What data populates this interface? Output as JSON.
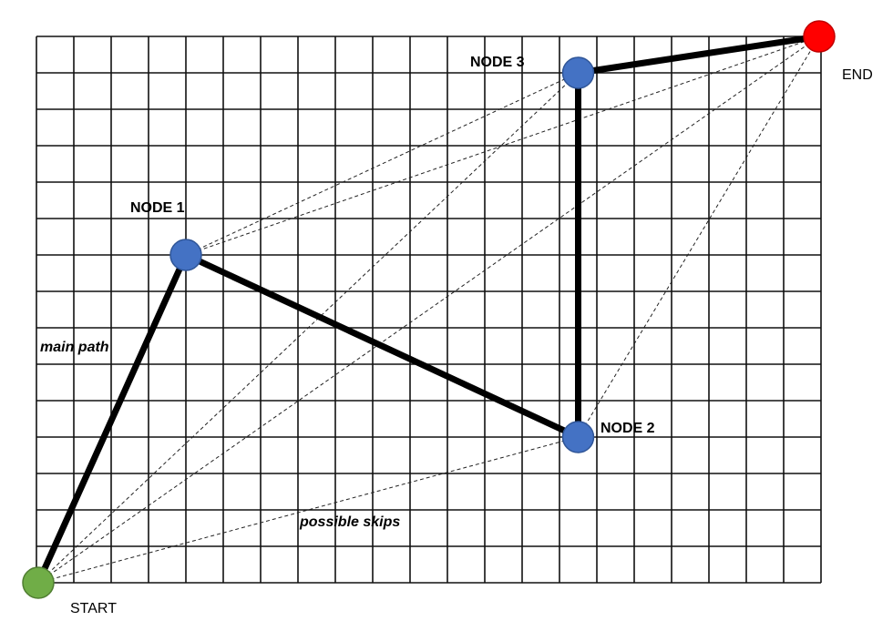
{
  "grid": {
    "columns": 21,
    "rows": 15
  },
  "nodes": [
    {
      "id": "start",
      "label": "START",
      "col": 0,
      "row": 15,
      "color": "#70ad47"
    },
    {
      "id": "node1",
      "label": "NODE 1",
      "col": 4,
      "row": 6,
      "color": "#4472c4"
    },
    {
      "id": "node2",
      "label": "NODE 2",
      "col": 14.5,
      "row": 11,
      "color": "#4472c4"
    },
    {
      "id": "node3",
      "label": "NODE 3",
      "col": 14.5,
      "row": 1,
      "color": "#4472c4"
    },
    {
      "id": "end",
      "label": "END",
      "col": 21,
      "row": 0,
      "color": "#ff0000"
    }
  ],
  "main_path": [
    "start",
    "node1",
    "node2",
    "node3",
    "end"
  ],
  "skips": [
    [
      "start",
      "node2"
    ],
    [
      "start",
      "node3"
    ],
    [
      "start",
      "end"
    ],
    [
      "node1",
      "node3"
    ],
    [
      "node1",
      "end"
    ],
    [
      "node2",
      "end"
    ]
  ],
  "annotations": {
    "main_path": "main path",
    "possible_skips": "possible skips"
  }
}
